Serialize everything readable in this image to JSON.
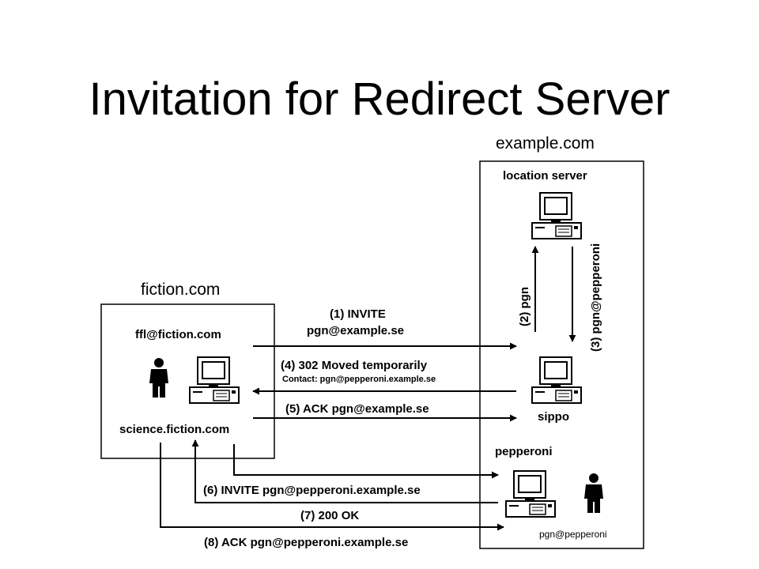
{
  "title": "Invitation for Redirect Server",
  "domains": {
    "fiction": "fiction.com",
    "example": "example.com"
  },
  "hosts": {
    "ffl": "ffl@fiction.com",
    "science": "science.fiction.com",
    "location_server": "location server",
    "sippo": "sippo",
    "pepperoni": "pepperoni",
    "pepperoni_user": "pgn@pepperoni"
  },
  "messages": {
    "m1a": "(1) INVITE",
    "m1b": "pgn@example.se",
    "m2": "(2) pgn",
    "m3": "(3) pgn@pepperoni",
    "m4a": "(4) 302 Moved temporarily",
    "m4b": "Contact: pgn@pepperoni.example.se",
    "m5": "(5) ACK pgn@example.se",
    "m6": "(6) INVITE pgn@pepperoni.example.se",
    "m7": "(7) 200 OK",
    "m8": "(8) ACK pgn@pepperoni.example.se"
  }
}
